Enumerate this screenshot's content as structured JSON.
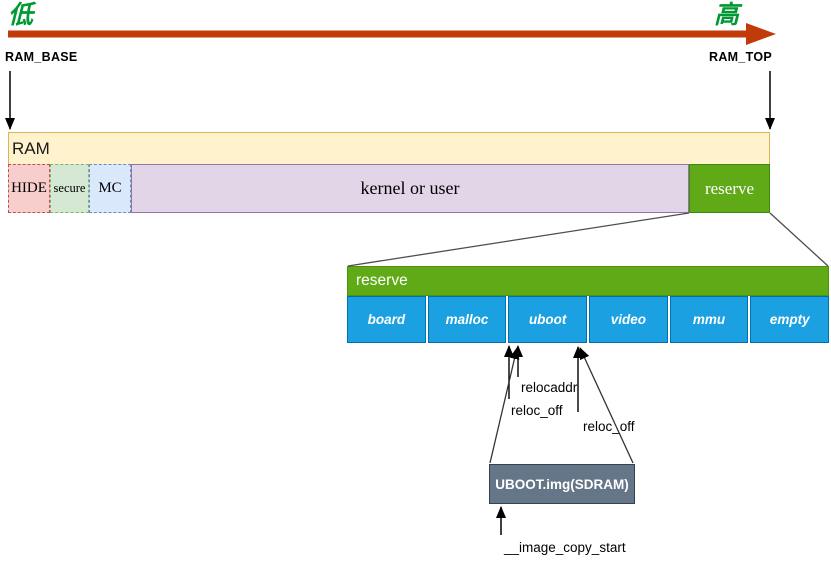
{
  "axis": {
    "low_label": "低",
    "high_label": "高"
  },
  "memory_map": {
    "base_label": "RAM_BASE",
    "top_label": "RAM_TOP",
    "title": "RAM",
    "segments": [
      {
        "label": "HIDE"
      },
      {
        "label": "secure"
      },
      {
        "label": "MC"
      },
      {
        "label": "kernel or user"
      },
      {
        "label": "reserve"
      }
    ]
  },
  "reserve_detail": {
    "title": "reserve",
    "segments": [
      {
        "label": "board"
      },
      {
        "label": "malloc"
      },
      {
        "label": "uboot"
      },
      {
        "label": "video"
      },
      {
        "label": "mmu"
      },
      {
        "label": "empty"
      }
    ]
  },
  "annotations": {
    "relocaddr": "relocaddr",
    "reloc_off_left": "reloc_off",
    "reloc_off_right": "reloc_off",
    "image_copy_start": "__image_copy_start"
  },
  "uboot_image": {
    "label": "UBOOT.img(SDRAM)"
  },
  "colors": {
    "axis_arrow": "#C23A08",
    "cjk_green": "#009933",
    "ram_fill": "#FFF2CC",
    "ram_stroke": "#D6B656",
    "hide_fill": "#F8CECC",
    "hide_stroke": "#B85450",
    "secure_fill": "#D5E8D4",
    "secure_stroke": "#82B366",
    "mc_fill": "#DAE8FC",
    "mc_stroke": "#6C8EBF",
    "kernel_fill": "#E1D5E7",
    "kernel_stroke": "#9673A6",
    "reserve_fill": "#60A917",
    "detail_fill": "#1BA1E2",
    "detail_stroke": "#006EAF",
    "uboot_fill": "#647687",
    "uboot_stroke": "#314354"
  }
}
